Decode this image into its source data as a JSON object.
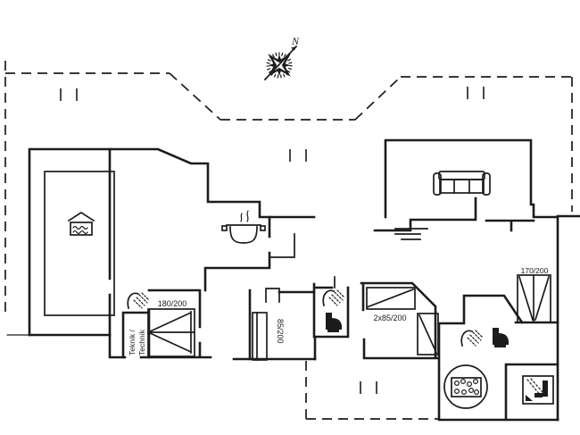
{
  "page": {
    "background": "#ffffff",
    "ink_color": "#1c1c1c",
    "type": "floor-plan"
  },
  "compass": {
    "label": "N"
  },
  "rooms": {
    "technik_label_line1": "Teknik /",
    "technik_label_line2": "Technik"
  },
  "beds": {
    "double": {
      "label": "180/200"
    },
    "single": {
      "label": "85/200"
    },
    "bunk": {
      "label": "2x85/200"
    },
    "queen": {
      "label": "170/200"
    }
  },
  "icons": [
    {
      "name": "compass-rose-icon",
      "meaning": "north direction rose"
    },
    {
      "name": "pool-icon",
      "meaning": "swimming pool water symbol"
    },
    {
      "name": "cooking-pot-icon",
      "meaning": "kitchen / stove"
    },
    {
      "name": "sofa-icon",
      "meaning": "living room sofa"
    },
    {
      "name": "shower-icon",
      "meaning": "shower"
    },
    {
      "name": "toilet-icon",
      "meaning": "toilet"
    },
    {
      "name": "whirlpool-icon",
      "meaning": "whirlpool tub"
    },
    {
      "name": "shower-cabin-icon",
      "meaning": "shower cabin"
    },
    {
      "name": "steps-icon",
      "meaning": "steps between rooms"
    }
  ]
}
